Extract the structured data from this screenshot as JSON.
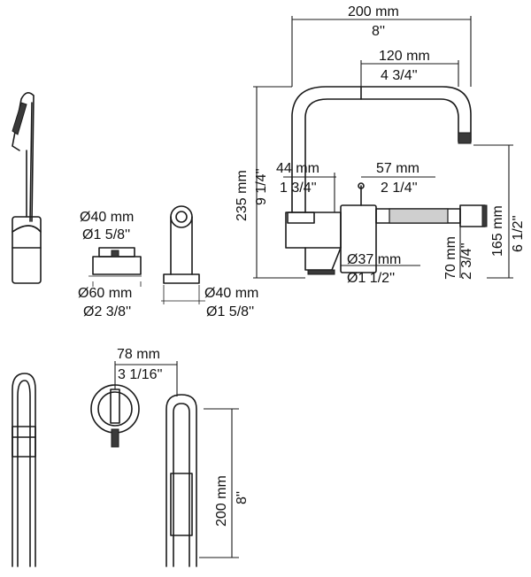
{
  "dimensions": {
    "total_width_mm": "200 mm",
    "total_width_in": "8''",
    "spout_reach_mm": "120 mm",
    "spout_reach_in": "4 3/4''",
    "height_mm": "235 mm",
    "height_in": "9 1/4''",
    "handle_offset_mm": "44 mm",
    "handle_offset_in": "1 3/4''",
    "spray_offset_mm": "57 mm",
    "spray_offset_in": "2 1/4''",
    "spout_height_mm": "165 mm",
    "spout_height_in": "6 1/2''",
    "base_height_mm": "70 mm",
    "base_height_in": "2 3/4''",
    "body_dia_mm": "Ø37 mm",
    "body_dia_in": "Ø1 1/2''",
    "knob_dia_mm": "Ø40 mm",
    "knob_dia_in": "Ø1 5/8''",
    "flange_dia_mm": "Ø60 mm",
    "flange_dia_in": "Ø2 3/8''",
    "spray_dia_mm": "Ø40 mm",
    "spray_dia_in": "Ø1 5/8''",
    "handle_depth_mm": "78 mm",
    "handle_depth_in": "3 1/16''",
    "hose_length_mm": "200 mm",
    "hose_length_in": "8''"
  }
}
